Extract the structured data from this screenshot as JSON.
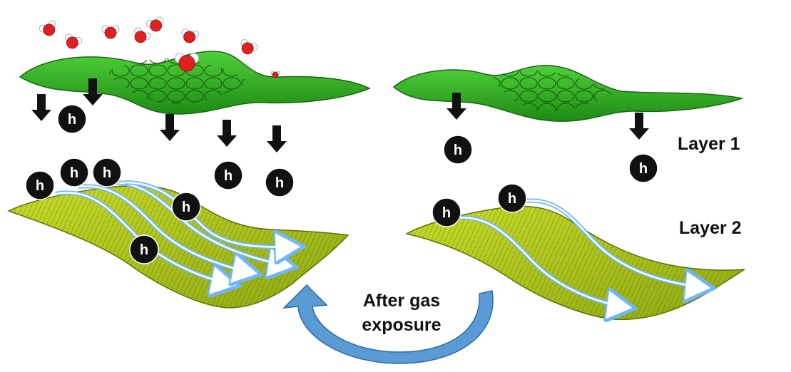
{
  "labels": {
    "layer1": "Layer 1",
    "layer2": "Layer 2",
    "after_line1": "After gas",
    "after_line2": "exposure"
  },
  "hole_symbol": "h",
  "icons": {
    "molecule": "water-molecule-icon",
    "arrow": "down-arrow-icon",
    "hole": "hole-carrier-icon"
  },
  "colors": {
    "layer1_fill": "#2fae1f",
    "layer1_edge": "#1d7d12",
    "layer2_fill": "#a8c41a",
    "layer2_edge": "#6f8a0c",
    "flow_arrow": "#8fc8ff",
    "cycle_arrow": "#5b9bd5",
    "hole": "#111111",
    "oxygen": "#e02020",
    "hydrogen": "#ffffff"
  }
}
